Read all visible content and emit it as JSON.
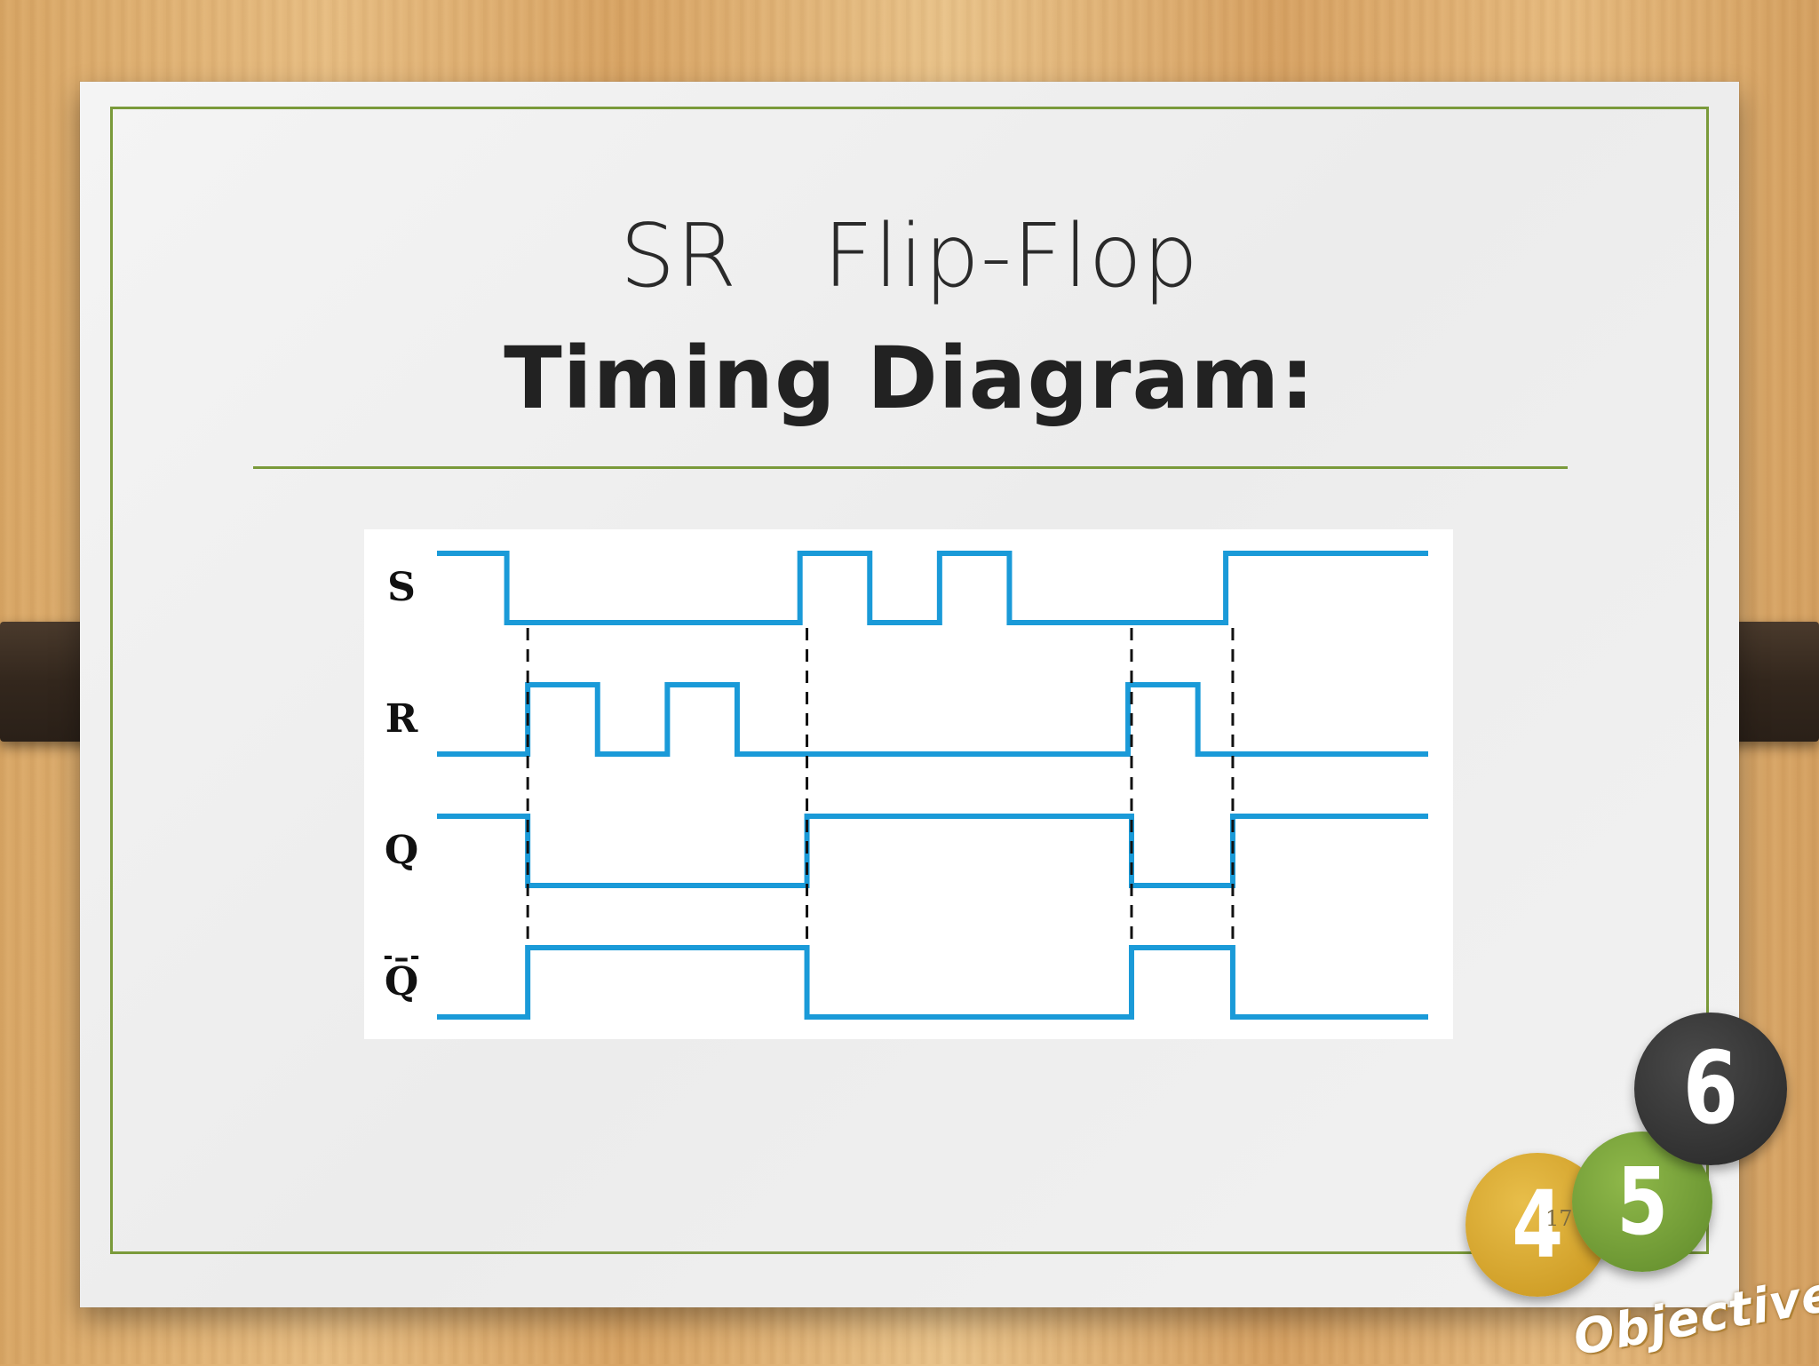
{
  "slide": {
    "title_line1": "SR   Flip-Flop",
    "title_line2": "Timing Diagram:",
    "page_number": "17"
  },
  "diagram": {
    "signals": [
      {
        "label": "S",
        "initial": 1,
        "transitions": [
          1.0,
          5.2,
          6.2,
          7.2,
          8.2,
          11.3
        ]
      },
      {
        "label": "R",
        "initial": 0,
        "transitions": [
          1.3,
          2.3,
          3.3,
          4.3,
          9.9,
          10.9
        ]
      },
      {
        "label": "Q",
        "initial": 1,
        "transitions": [
          1.3,
          5.3,
          9.95,
          11.4
        ]
      },
      {
        "label": "Q̄",
        "initial": 0,
        "transitions": [
          1.3,
          5.3,
          9.95,
          11.4
        ]
      }
    ],
    "dashed_markers": [
      1.3,
      5.3,
      9.95,
      11.4
    ],
    "time_end": 14.2,
    "trace_color": "#1a9ad8"
  },
  "badges": {
    "b4": "4",
    "b5": "5",
    "b6": "6",
    "caption": "Objective",
    "colors": {
      "b4": "#d9a52e",
      "b5": "#76a23a",
      "b6": "#333333"
    }
  }
}
